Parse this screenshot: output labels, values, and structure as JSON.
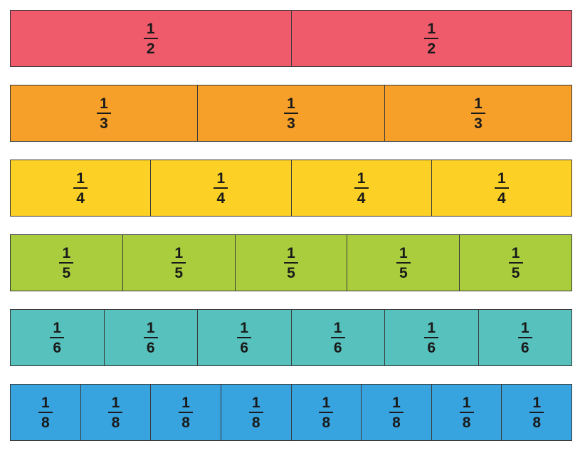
{
  "strips": [
    {
      "name": "halves",
      "color": "#ef5b6b",
      "pieces": [
        {
          "n": "1",
          "d": "2"
        },
        {
          "n": "1",
          "d": "2"
        }
      ]
    },
    {
      "name": "thirds",
      "color": "#f6a02a",
      "pieces": [
        {
          "n": "1",
          "d": "3"
        },
        {
          "n": "1",
          "d": "3"
        },
        {
          "n": "1",
          "d": "3"
        }
      ]
    },
    {
      "name": "fourths",
      "color": "#fcd025",
      "pieces": [
        {
          "n": "1",
          "d": "4"
        },
        {
          "n": "1",
          "d": "4"
        },
        {
          "n": "1",
          "d": "4"
        },
        {
          "n": "1",
          "d": "4"
        }
      ]
    },
    {
      "name": "fifths",
      "color": "#a9cd3c",
      "pieces": [
        {
          "n": "1",
          "d": "5"
        },
        {
          "n": "1",
          "d": "5"
        },
        {
          "n": "1",
          "d": "5"
        },
        {
          "n": "1",
          "d": "5"
        },
        {
          "n": "1",
          "d": "5"
        }
      ]
    },
    {
      "name": "sixths",
      "color": "#56c1bd",
      "pieces": [
        {
          "n": "1",
          "d": "6"
        },
        {
          "n": "1",
          "d": "6"
        },
        {
          "n": "1",
          "d": "6"
        },
        {
          "n": "1",
          "d": "6"
        },
        {
          "n": "1",
          "d": "6"
        },
        {
          "n": "1",
          "d": "6"
        }
      ]
    },
    {
      "name": "eighths",
      "color": "#37a3df",
      "pieces": [
        {
          "n": "1",
          "d": "8"
        },
        {
          "n": "1",
          "d": "8"
        },
        {
          "n": "1",
          "d": "8"
        },
        {
          "n": "1",
          "d": "8"
        },
        {
          "n": "1",
          "d": "8"
        },
        {
          "n": "1",
          "d": "8"
        },
        {
          "n": "1",
          "d": "8"
        },
        {
          "n": "1",
          "d": "8"
        }
      ]
    }
  ]
}
